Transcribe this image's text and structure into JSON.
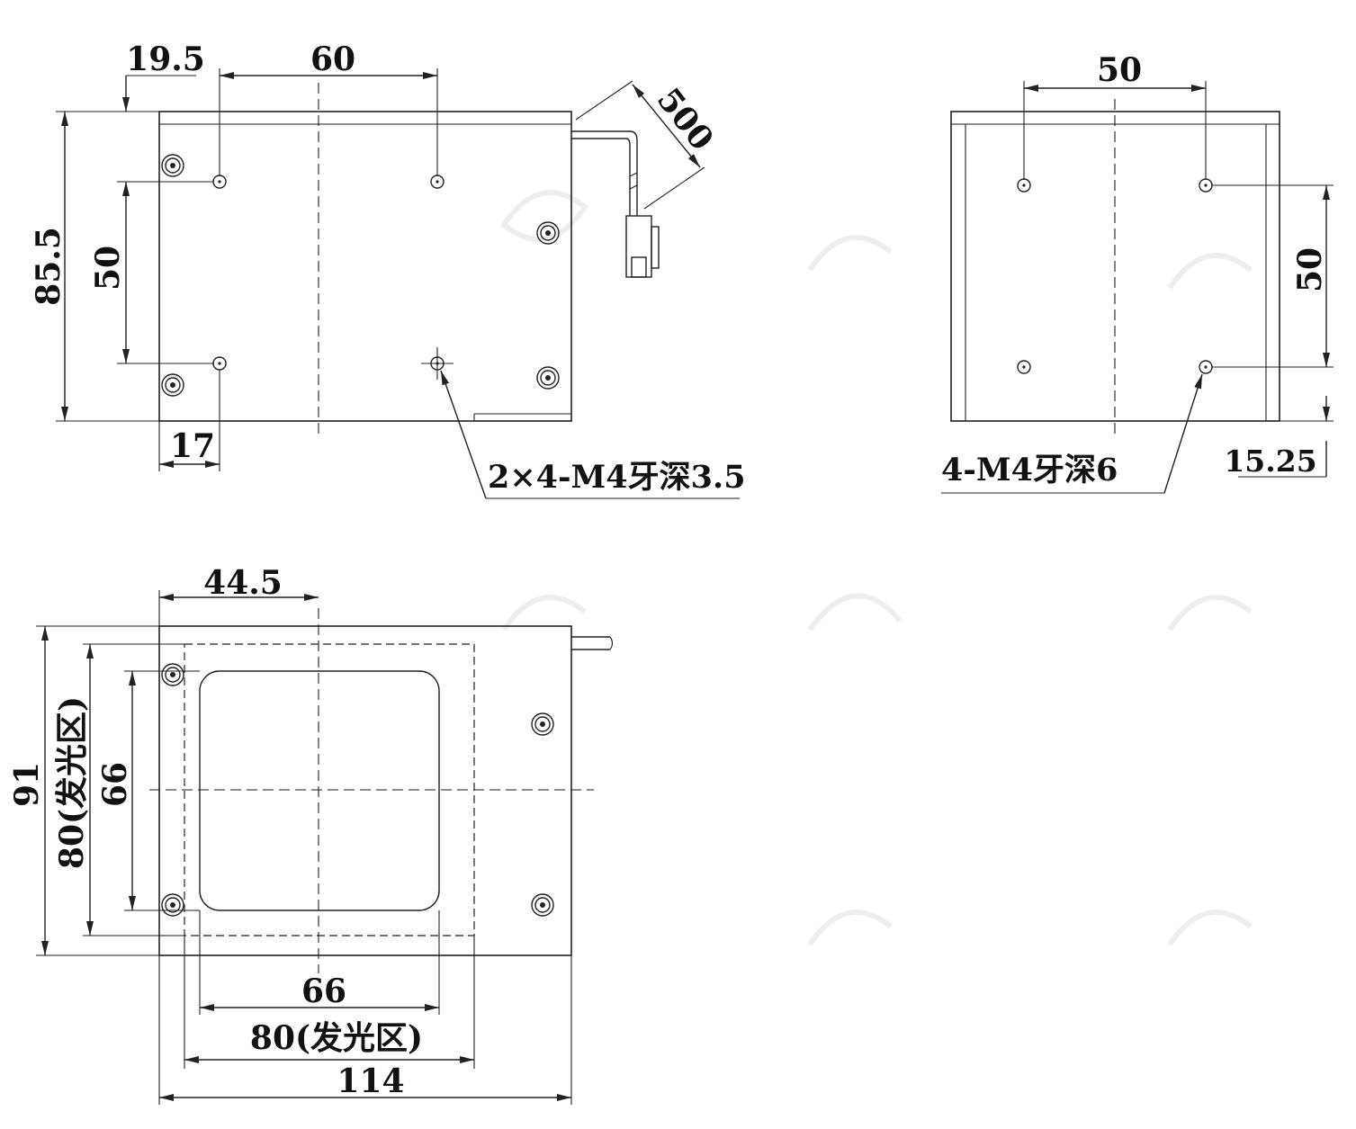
{
  "top_view": {
    "dim_19_5": "19.5",
    "dim_60": "60",
    "dim_500": "500",
    "dim_85_5": "85.5",
    "dim_50": "50",
    "dim_17": "17",
    "thread_note": "2×4-M4牙深3.5"
  },
  "side_view": {
    "dim_50_top": "50",
    "dim_50_right": "50",
    "dim_15_25": "15.25",
    "thread_note": "4-M4牙深6"
  },
  "front_view": {
    "dim_44_5": "44.5",
    "dim_91": "91",
    "dim_80_emit_v": "80(发光区)",
    "dim_66_v": "66",
    "dim_66_h": "66",
    "dim_80_emit_h": "80(发光区)",
    "dim_114": "114"
  }
}
